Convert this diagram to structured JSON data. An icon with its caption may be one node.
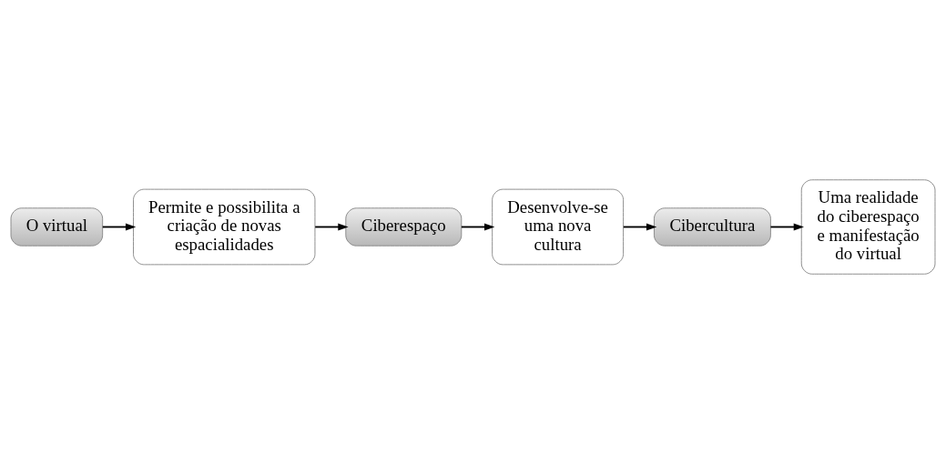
{
  "diagram": {
    "nodes": [
      {
        "text": [
          "O virtual"
        ]
      },
      {
        "text": [
          "Permite e possibilita a criação de novas espacialidades"
        ]
      },
      {
        "text": [
          "Ciberespaço"
        ]
      },
      {
        "text": [
          "Desenvolve-se uma nova cultura"
        ]
      },
      {
        "text": [
          "Cibercultura"
        ]
      },
      {
        "text": [
          "Uma realidade do ciberespaço e manifestação do virtual"
        ]
      }
    ],
    "edges": [
      {
        "from": 0,
        "to": 1,
        "arrow": "to"
      },
      {
        "from": 1,
        "to": 2,
        "arrow": "to"
      },
      {
        "from": 2,
        "to": 3,
        "arrow": "to"
      },
      {
        "from": 3,
        "to": 4,
        "arrow": "to"
      },
      {
        "from": 4,
        "to": 5,
        "arrow": "to"
      }
    ]
  }
}
